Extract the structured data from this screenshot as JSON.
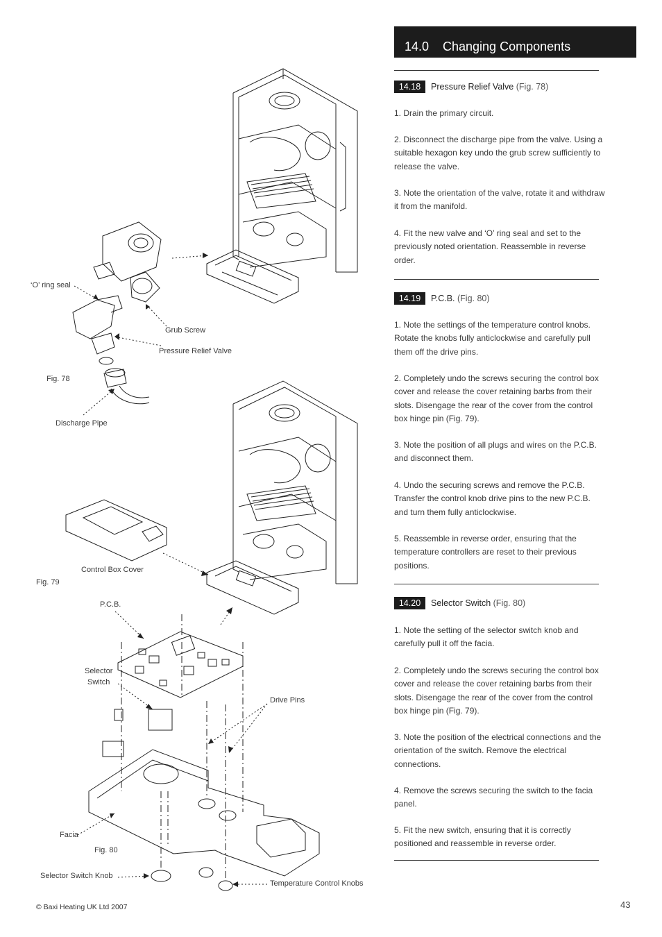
{
  "header": {
    "number": "14.0",
    "title": "Changing Components"
  },
  "sections": [
    {
      "tag": "14.18",
      "title": "Pressure Relief Valve",
      "ref": "(Fig. 78)",
      "paragraphs": [
        "1. Drain the primary circuit.",
        "2. Disconnect the discharge pipe from the valve. Using a suitable hexagon key undo the grub screw sufficiently to release the valve.",
        "3. Note the orientation of the valve, rotate it and withdraw it from the manifold.",
        "4. Fit the new valve and ‘O’ ring seal and set to the previously noted orientation. Reassemble in reverse order."
      ]
    },
    {
      "tag": "14.19",
      "title": "P.C.B.",
      "ref": "(Fig. 80)",
      "paragraphs": [
        "1. Note the settings of the temperature control knobs. Rotate the knobs fully anticlockwise and carefully pull them off the drive pins.",
        "2. Completely undo the screws securing the control box cover and release the cover retaining barbs from their slots. Disengage the rear of the cover from the control box hinge pin (Fig. 79).",
        "3. Note the position of all plugs and wires on the P.C.B. and disconnect them.",
        "4. Undo the securing screws and remove the P.C.B. Transfer the control knob drive pins to the new P.C.B. and turn them fully anticlockwise.",
        "5. Reassemble in reverse order, ensuring that the temperature controllers are reset to their previous positions."
      ]
    },
    {
      "tag": "14.20",
      "title": "Selector Switch",
      "ref": "(Fig. 80)",
      "paragraphs": [
        "1. Note the setting of the selector switch knob and carefully pull it off the facia.",
        "2. Completely undo the screws securing the control box cover and release the cover retaining barbs from their slots. Disengage the rear of the cover from the control box hinge pin (Fig. 79).",
        "3. Note the position of the electrical connections and the orientation of the switch. Remove the electrical connections.",
        "4. Remove the screws securing the switch to the facia panel.",
        "5. Fit the new switch, ensuring that it is correctly positioned and reassemble in reverse order."
      ]
    }
  ],
  "figures": {
    "fig78": {
      "caption": "Fig. 78",
      "labels": {
        "o_ring": "‘O’ ring seal",
        "grub_screw": "Grub Screw",
        "valve": "Pressure Relief Valve",
        "discharge": "Discharge Pipe"
      }
    },
    "fig79": {
      "caption": "Fig. 79",
      "labels": {
        "cover": "Control Box Cover"
      }
    },
    "fig80": {
      "caption": "Fig. 80",
      "labels": {
        "pcb": "P.C.B.",
        "selector_line1": "Selector",
        "selector_line2": "Switch",
        "drive_pins": "Drive Pins",
        "facia": "Facia",
        "selector_knob": "Selector Switch Knob",
        "temp_knobs": "Temperature Control  Knobs"
      }
    }
  },
  "footer": {
    "copyright": "© Baxi Heating UK Ltd 2007",
    "page": "43"
  }
}
